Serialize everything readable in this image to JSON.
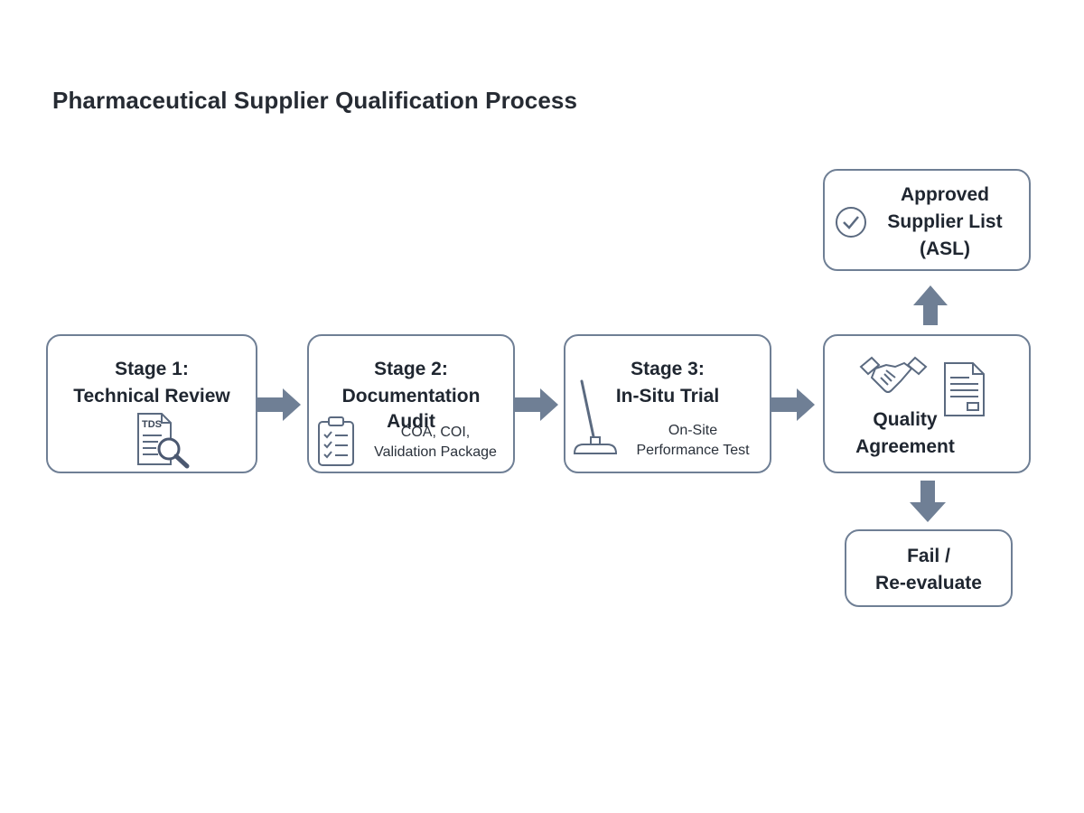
{
  "title": "Pharmaceutical Supplier Qualification Process",
  "colors": {
    "border": "#6f7f95",
    "arrow": "#6f7f95",
    "text": "#1f2630"
  },
  "stages": [
    {
      "title_line1": "Stage 1:",
      "title_line2": "Technical Review",
      "icon": "document-search-icon",
      "icon_text": "TDS"
    },
    {
      "title_line1": "Stage 2:",
      "title_line2": "Documentation",
      "title_line3": "Audit",
      "sub_line1": "COA, COI,",
      "sub_line2": "Validation Package",
      "icon": "clipboard-checklist-icon"
    },
    {
      "title_line1": "Stage 3:",
      "title_line2": "In-Situ Trial",
      "sub_line1": "On-Site",
      "sub_line2": "Performance Test",
      "icon": "mop-icon"
    },
    {
      "title_line1": "Quality",
      "title_line2": "Agreement",
      "icons": [
        "handshake-icon",
        "contract-document-icon"
      ]
    }
  ],
  "approved": {
    "line1": "Approved",
    "line2": "Supplier List",
    "line3": "(ASL)",
    "icon": "check-circle-icon"
  },
  "fail": {
    "line1": "Fail /",
    "line2": "Re-evaluate"
  }
}
